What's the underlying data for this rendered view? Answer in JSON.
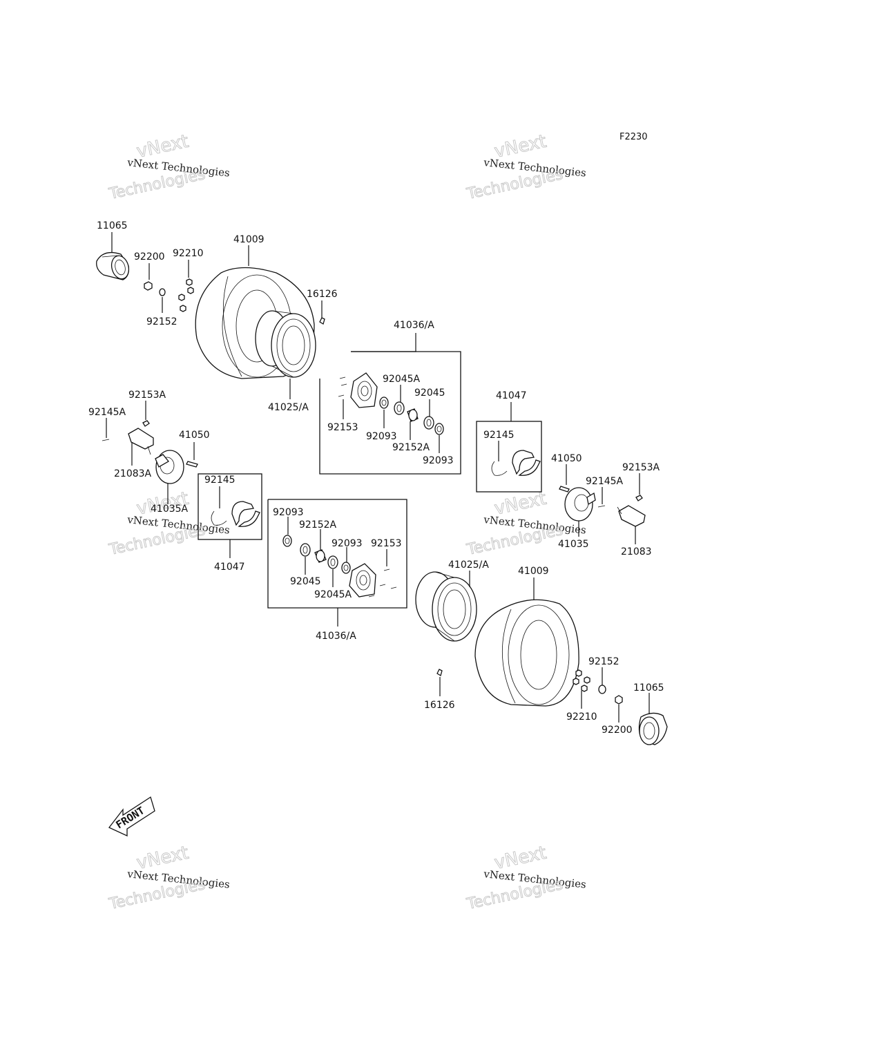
{
  "diagram_code": "F2230",
  "watermark": {
    "line1": "vNext Technologies",
    "line2": "vNext",
    "line3": "Technologies"
  },
  "front_label": "FRONT",
  "labels": {
    "l_11065_top": "11065",
    "l_92200_top": "92200",
    "l_92210_top": "92210",
    "l_92152_top": "92152",
    "l_41009_top": "41009",
    "l_16126_top": "16126",
    "l_41025_top": "41025/A",
    "l_41036_top": "41036/A",
    "l_92045A_top": "92045A",
    "l_92045_top": "92045",
    "l_92153_top": "92153",
    "l_92093_top1": "92093",
    "l_92152A_top": "92152A",
    "l_92093_top2": "92093",
    "l_41047_right": "41047",
    "l_92145_right": "92145",
    "l_92153A_left": "92153A",
    "l_92145A_left": "92145A",
    "l_41050_left": "41050",
    "l_21083A": "21083A",
    "l_41035A": "41035A",
    "l_92145_left": "92145",
    "l_41047_left": "41047",
    "l_92093_b1": "92093",
    "l_92152A_b": "92152A",
    "l_92093_b2": "92093",
    "l_92153_b": "92153",
    "l_92045_b": "92045",
    "l_92045A_b": "92045A",
    "l_41036_b": "41036/A",
    "l_41050_right": "41050",
    "l_92145A_right": "92145A",
    "l_92153A_right": "92153A",
    "l_41035": "41035",
    "l_21083": "21083",
    "l_41025_b": "41025/A",
    "l_41009_b": "41009",
    "l_16126_b": "16126",
    "l_92152_b": "92152",
    "l_92210_b": "92210",
    "l_11065_b": "11065",
    "l_92200_b": "92200"
  }
}
